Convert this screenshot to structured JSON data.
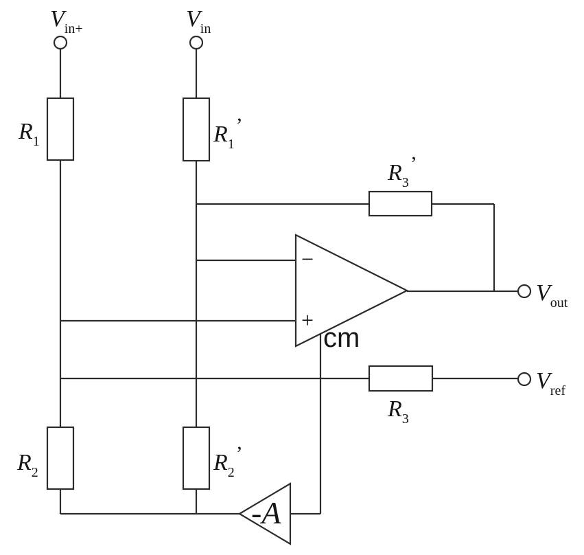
{
  "labels": {
    "vin_plus": {
      "main": "V",
      "sub": "in+"
    },
    "vin": {
      "main": "V",
      "sub": "in"
    },
    "vout": {
      "main": "V",
      "sub": "out"
    },
    "vref": {
      "main": "V",
      "sub": "ref"
    },
    "r1": {
      "main": "R",
      "sub": "1"
    },
    "r1_prime": {
      "main": "R",
      "sub": "1",
      "prime": "’"
    },
    "r2": {
      "main": "R",
      "sub": "2"
    },
    "r2_prime": {
      "main": "R",
      "sub": "2",
      "prime": "’"
    },
    "r3": {
      "main": "R",
      "sub": "3"
    },
    "r3_prime": {
      "main": "R",
      "sub": "3",
      "prime": "’"
    },
    "opamp_minus": "−",
    "opamp_plus": "+",
    "cm": "cm",
    "feedback_gain": "-A"
  },
  "colors": {
    "line": "#2b2b2b",
    "text": "#161616",
    "background": "#ffffff"
  }
}
